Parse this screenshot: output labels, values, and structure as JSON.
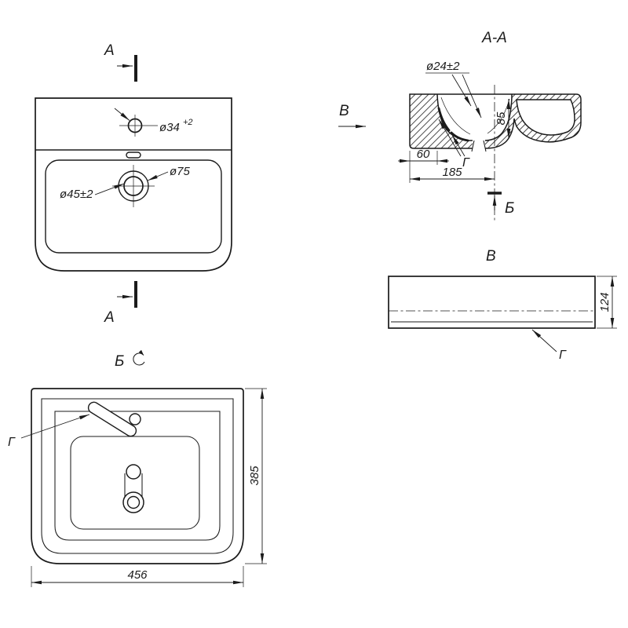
{
  "meta": {
    "ink": "#1b1b1b",
    "paper": "#ffffff"
  },
  "front_view": {
    "section_label": "А",
    "faucet_hole_diameter": "ø34",
    "faucet_hole_tolerance": "+2",
    "drain_diameter": "ø45±2",
    "drain_recess_diameter": "ø75"
  },
  "section_view": {
    "title": "А-А",
    "view_direction_label": "В",
    "overflow_diameter": "ø24±2",
    "bowl_depth": "85",
    "back_ledge_width": "60",
    "half_depth": "185",
    "sealant_label": "Г",
    "bottom_view_label": "Б"
  },
  "side_view": {
    "title": "В",
    "height": "124",
    "sealant_label": "Г"
  },
  "bottom_view": {
    "title": "Б",
    "sealant_label": "Г",
    "depth": "385",
    "width": "456"
  }
}
